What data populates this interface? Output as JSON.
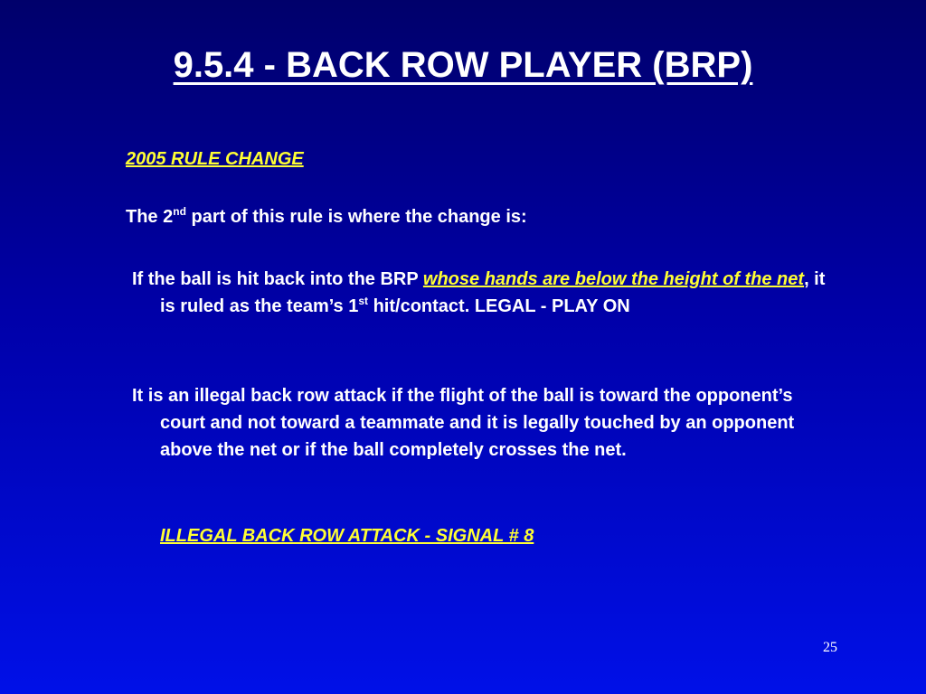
{
  "slide": {
    "title": "9.5.4 - BACK ROW PLAYER (BRP)",
    "subhead": "2005 RULE CHANGE",
    "intro": {
      "before": "The 2",
      "sup": "nd",
      "after": " part of this rule is where the change is:"
    },
    "bullet1": {
      "t1": "If the ball is hit back into the BRP ",
      "hl1": "whose hands are below the height of the net",
      "t2": ", it is ruled as the team’s 1",
      "sup": "st",
      "t3": " hit/contact.   LEGAL - PLAY ON"
    },
    "bullet2": "It is an illegal back row attack if the flight of the ball is toward the opponent’s court and not toward a teammate and it is legally touched by an opponent  above the net or if the ball completely crosses the net.",
    "signal": "ILLEGAL BACK ROW ATTACK - SIGNAL # 8",
    "page_number": "25"
  },
  "colors": {
    "background_top": "#00006b",
    "background_bottom": "#0010e8",
    "text": "#ffffff",
    "highlight": "#ffff33"
  }
}
